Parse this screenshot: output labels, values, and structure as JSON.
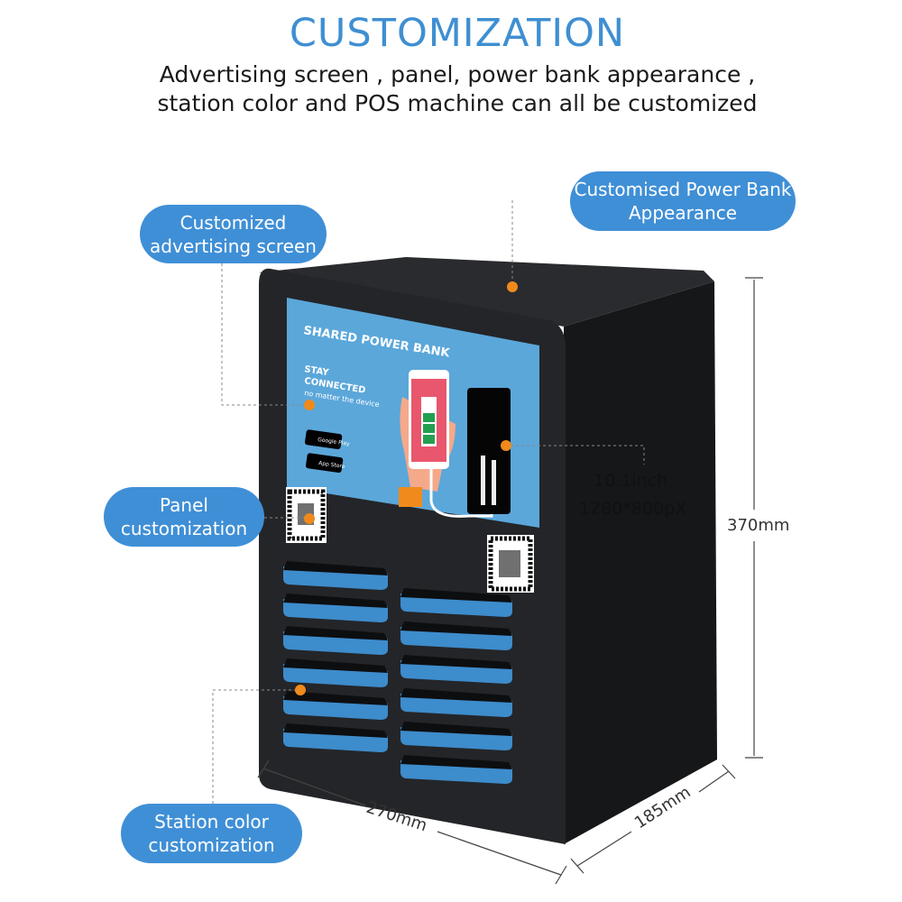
{
  "header": {
    "title": "CUSTOMIZATION",
    "subtitle_line1": "Advertising screen , panel, power bank appearance ,",
    "subtitle_line2": "station color and POS machine can all be customized"
  },
  "callouts": {
    "advertising_screen": "Customized advertising screen",
    "power_bank": "Customised Power Bank Appearance",
    "panel": "Panel customization",
    "station_color": "Station color customization"
  },
  "screen_spec": {
    "size": "10.1inch",
    "resolution": "1280*800pX"
  },
  "dimensions": {
    "height": "370mm",
    "width": "270mm",
    "depth": "185mm"
  },
  "screen_content": {
    "headline": "SHARED POWER BANK",
    "tagline1": "STAY",
    "tagline2": "CONNECTED",
    "tagline3": "no matter the device",
    "google_play": "Google Play",
    "app_store": "App Store"
  },
  "colors": {
    "accent": "#3f8fd6",
    "callout_dot": "#f08a1c",
    "body": "#1e1f21",
    "screen": "#5ba7da"
  }
}
